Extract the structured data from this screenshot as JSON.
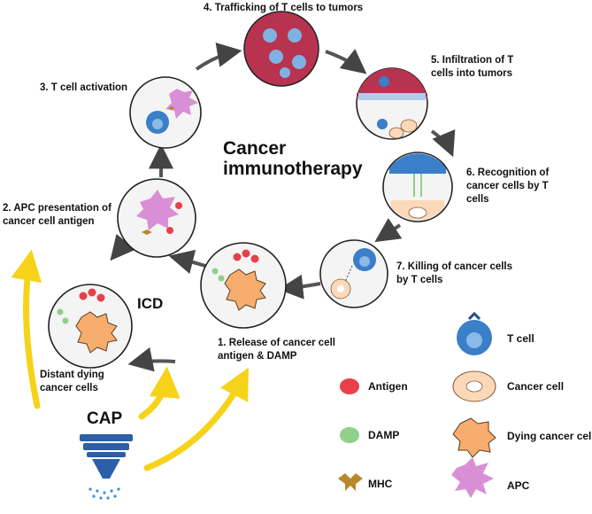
{
  "title_lines": [
    "Cancer",
    "immunotherapy"
  ],
  "steps": {
    "s1": [
      "1. Release of cancer cell",
      "antigen & DAMP"
    ],
    "s2": [
      "2. APC presentation of",
      "cancer cell antigen"
    ],
    "s3": [
      "3. T cell activation"
    ],
    "s4": [
      "4. Trafficking of T cells to tumors"
    ],
    "s5": [
      "5. Infiltration of T",
      "cells into tumors"
    ],
    "s6": [
      "6. Recognition of",
      "cancer cells by T",
      "cells"
    ],
    "s7": [
      "7. Killing of cancer cells",
      "by T cells"
    ]
  },
  "icd_label": "ICD",
  "distant_lines": [
    "Distant dying",
    "cancer cells"
  ],
  "cap_label": "CAP",
  "legend": {
    "antigen": "Antigen",
    "damp": "DAMP",
    "mhc": "MHC",
    "tcell": "T cell",
    "cancer": "Cancer cell",
    "dying": "Dying cancer cell",
    "apc": "APC"
  },
  "colors": {
    "antigen": "#e8404a",
    "damp": "#8fd08a",
    "tcell": "#3a7fc8",
    "cancer": "#fbd9b8",
    "dying": "#f6ad6e",
    "apc": "#d98fd6",
    "mhc": "#b8892a",
    "tumor": "#b8334f",
    "yellow": "#f7d21a",
    "cap": "#2b5fa8"
  }
}
